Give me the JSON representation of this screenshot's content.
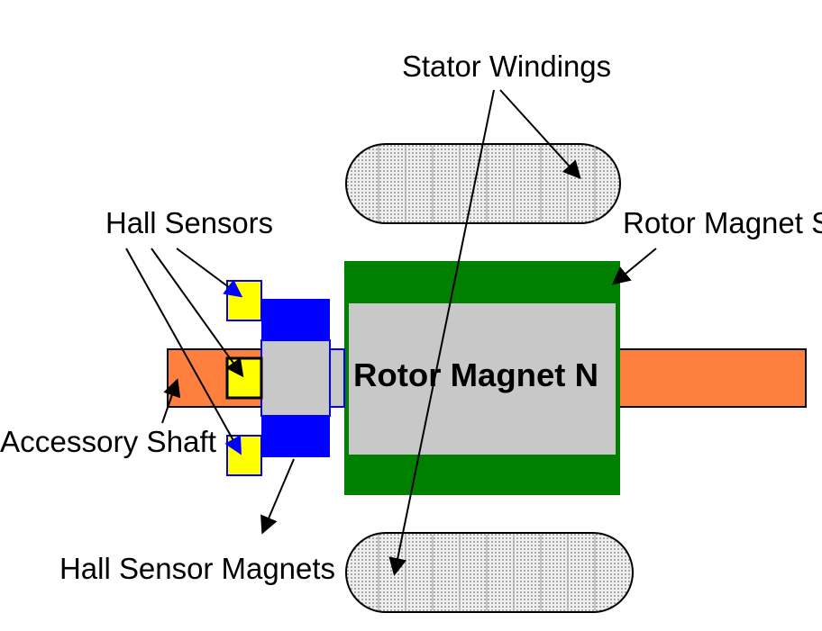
{
  "labels": {
    "stator_windings": "Stator Windings",
    "hall_sensors": "Hall Sensors",
    "rotor_magnet_s": "Rotor Magnet S",
    "rotor_magnet_n": "Rotor Magnet N",
    "accessory_shaft": "Accessory Shaft",
    "hall_sensor_magnets": "Hall Sensor Magnets"
  },
  "colors": {
    "shaft": "#FF7F3F",
    "rotor_outer": "#007F00",
    "rotor_inner": "#C8C8C8",
    "hall_magnet": "#0000FF",
    "hall_sensor": "#FFFF00",
    "winding_fill": "#D0D0D0"
  }
}
